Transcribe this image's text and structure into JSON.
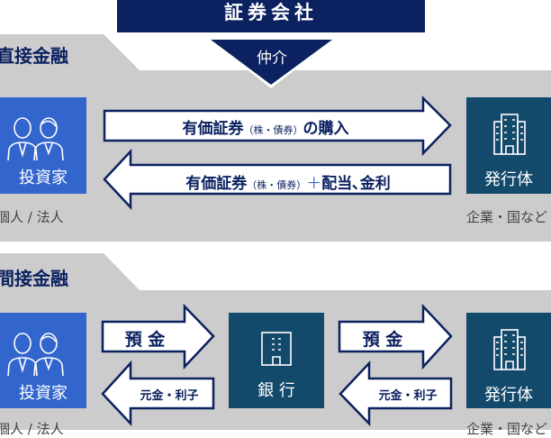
{
  "header": {
    "title": "証券会社"
  },
  "colors": {
    "navy": "#0b2160",
    "investor": "#3366cc",
    "issuer": "#13496b",
    "bank": "#13496b",
    "section_bg": "#cccccc"
  },
  "direct": {
    "section_label": "直接金融",
    "intermediary": "仲介",
    "investor": {
      "label": "投資家",
      "caption": "個人 / 法人"
    },
    "issuer": {
      "label": "発行体",
      "caption": "企業・国など"
    },
    "arrow_right": {
      "main": "有価証券",
      "paren": "（株・債券）",
      "suffix": "の購入"
    },
    "arrow_left": {
      "main": "有価証券",
      "paren": "（株・債券）",
      "plus": "＋",
      "suffix": "配当､金利"
    }
  },
  "indirect": {
    "section_label": "間接金融",
    "investor": {
      "label": "投資家",
      "caption": "個人 / 法人"
    },
    "bank": {
      "label": "銀 行"
    },
    "issuer": {
      "label": "発行体",
      "caption": "企業・国など"
    },
    "deposit_label": "預 金",
    "repay_label": "元金・利子"
  },
  "icons": {
    "people": "investors-icon",
    "building": "building-icon"
  }
}
